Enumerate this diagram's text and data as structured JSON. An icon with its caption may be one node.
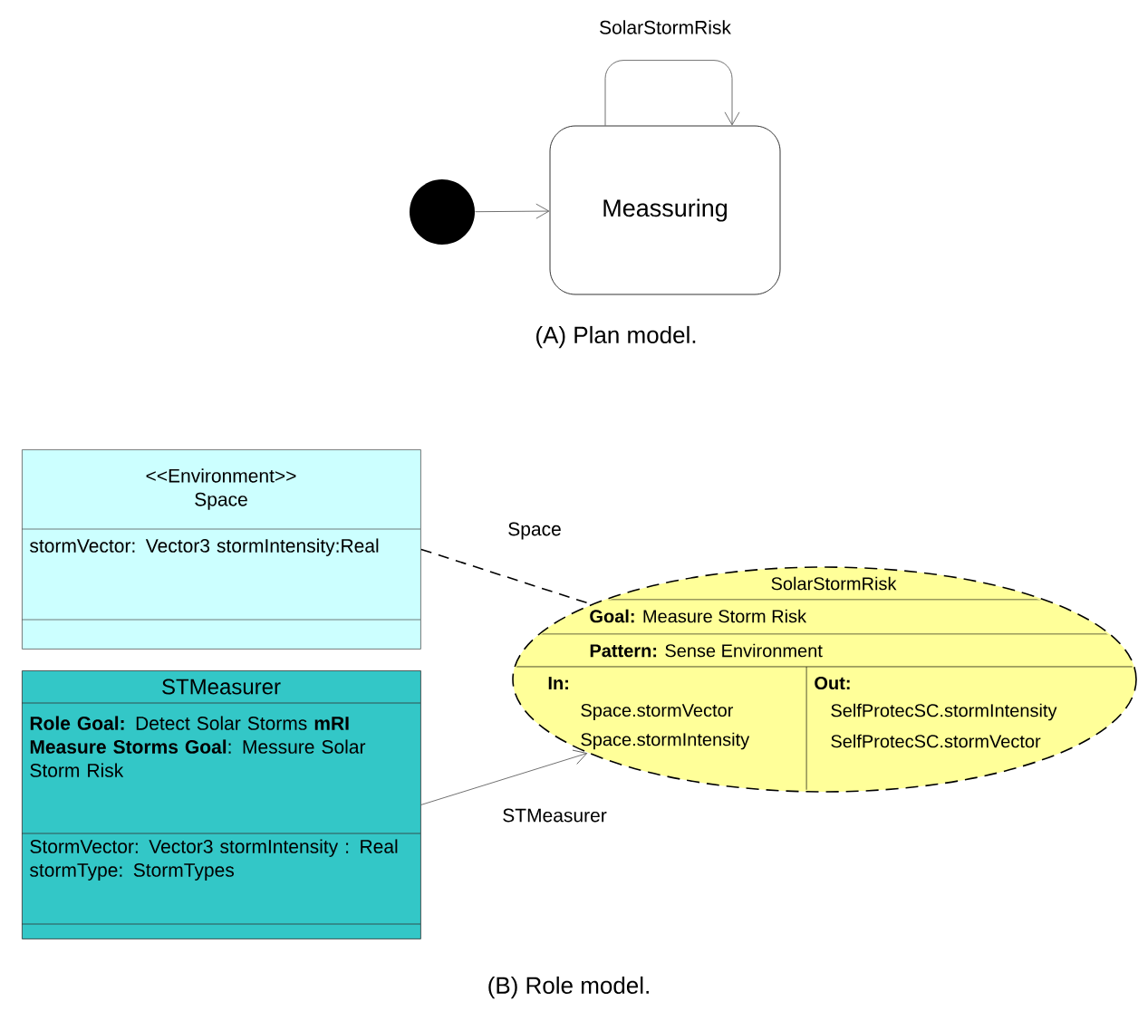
{
  "diagram": {
    "nodes": [
      {
        "text": [],
        "shape": "circle"
      },
      {
        "text": [
          "Meassuring"
        ]
      },
      {
        "text": [
          "<<Environment>>",
          "Space",
          "stormVector: Vector3 stormIntensity:Real"
        ]
      },
      {
        "text": [
          "STMeasurer",
          "**Role Goal:** Detect Solar Storms **mRI Measure Storms Goal**: Messure Solar Storm Risk",
          "StormVector: Vector3 stormIntensity : Real stormType: StormTypes"
        ]
      },
      {
        "text": [
          "SolarStormRisk",
          "**Goal:** Measure Storm Risk",
          "**Pattern:** Sense Environment",
          "In:",
          "Space.stormVector",
          "Space.stormIntensity",
          "Out:",
          "SelfProtecSC.stormIntensity",
          "SelfProtecSC.stormVector"
        ]
      }
    ],
    "edges": [
      {
        "from": 0,
        "to": 1,
        "arrow": "to"
      },
      {
        "from": 1,
        "to": 1,
        "arrow": "to",
        "label": "SolarStormRisk"
      },
      {
        "from": 2,
        "to": 4,
        "arrow": "none",
        "style": "dashed",
        "label": "Space"
      },
      {
        "from": 3,
        "to": 4,
        "arrow": "to",
        "label": "STMeasurer"
      }
    ],
    "labels": [
      "(A) Plan model.",
      "(B) Role model."
    ]
  }
}
